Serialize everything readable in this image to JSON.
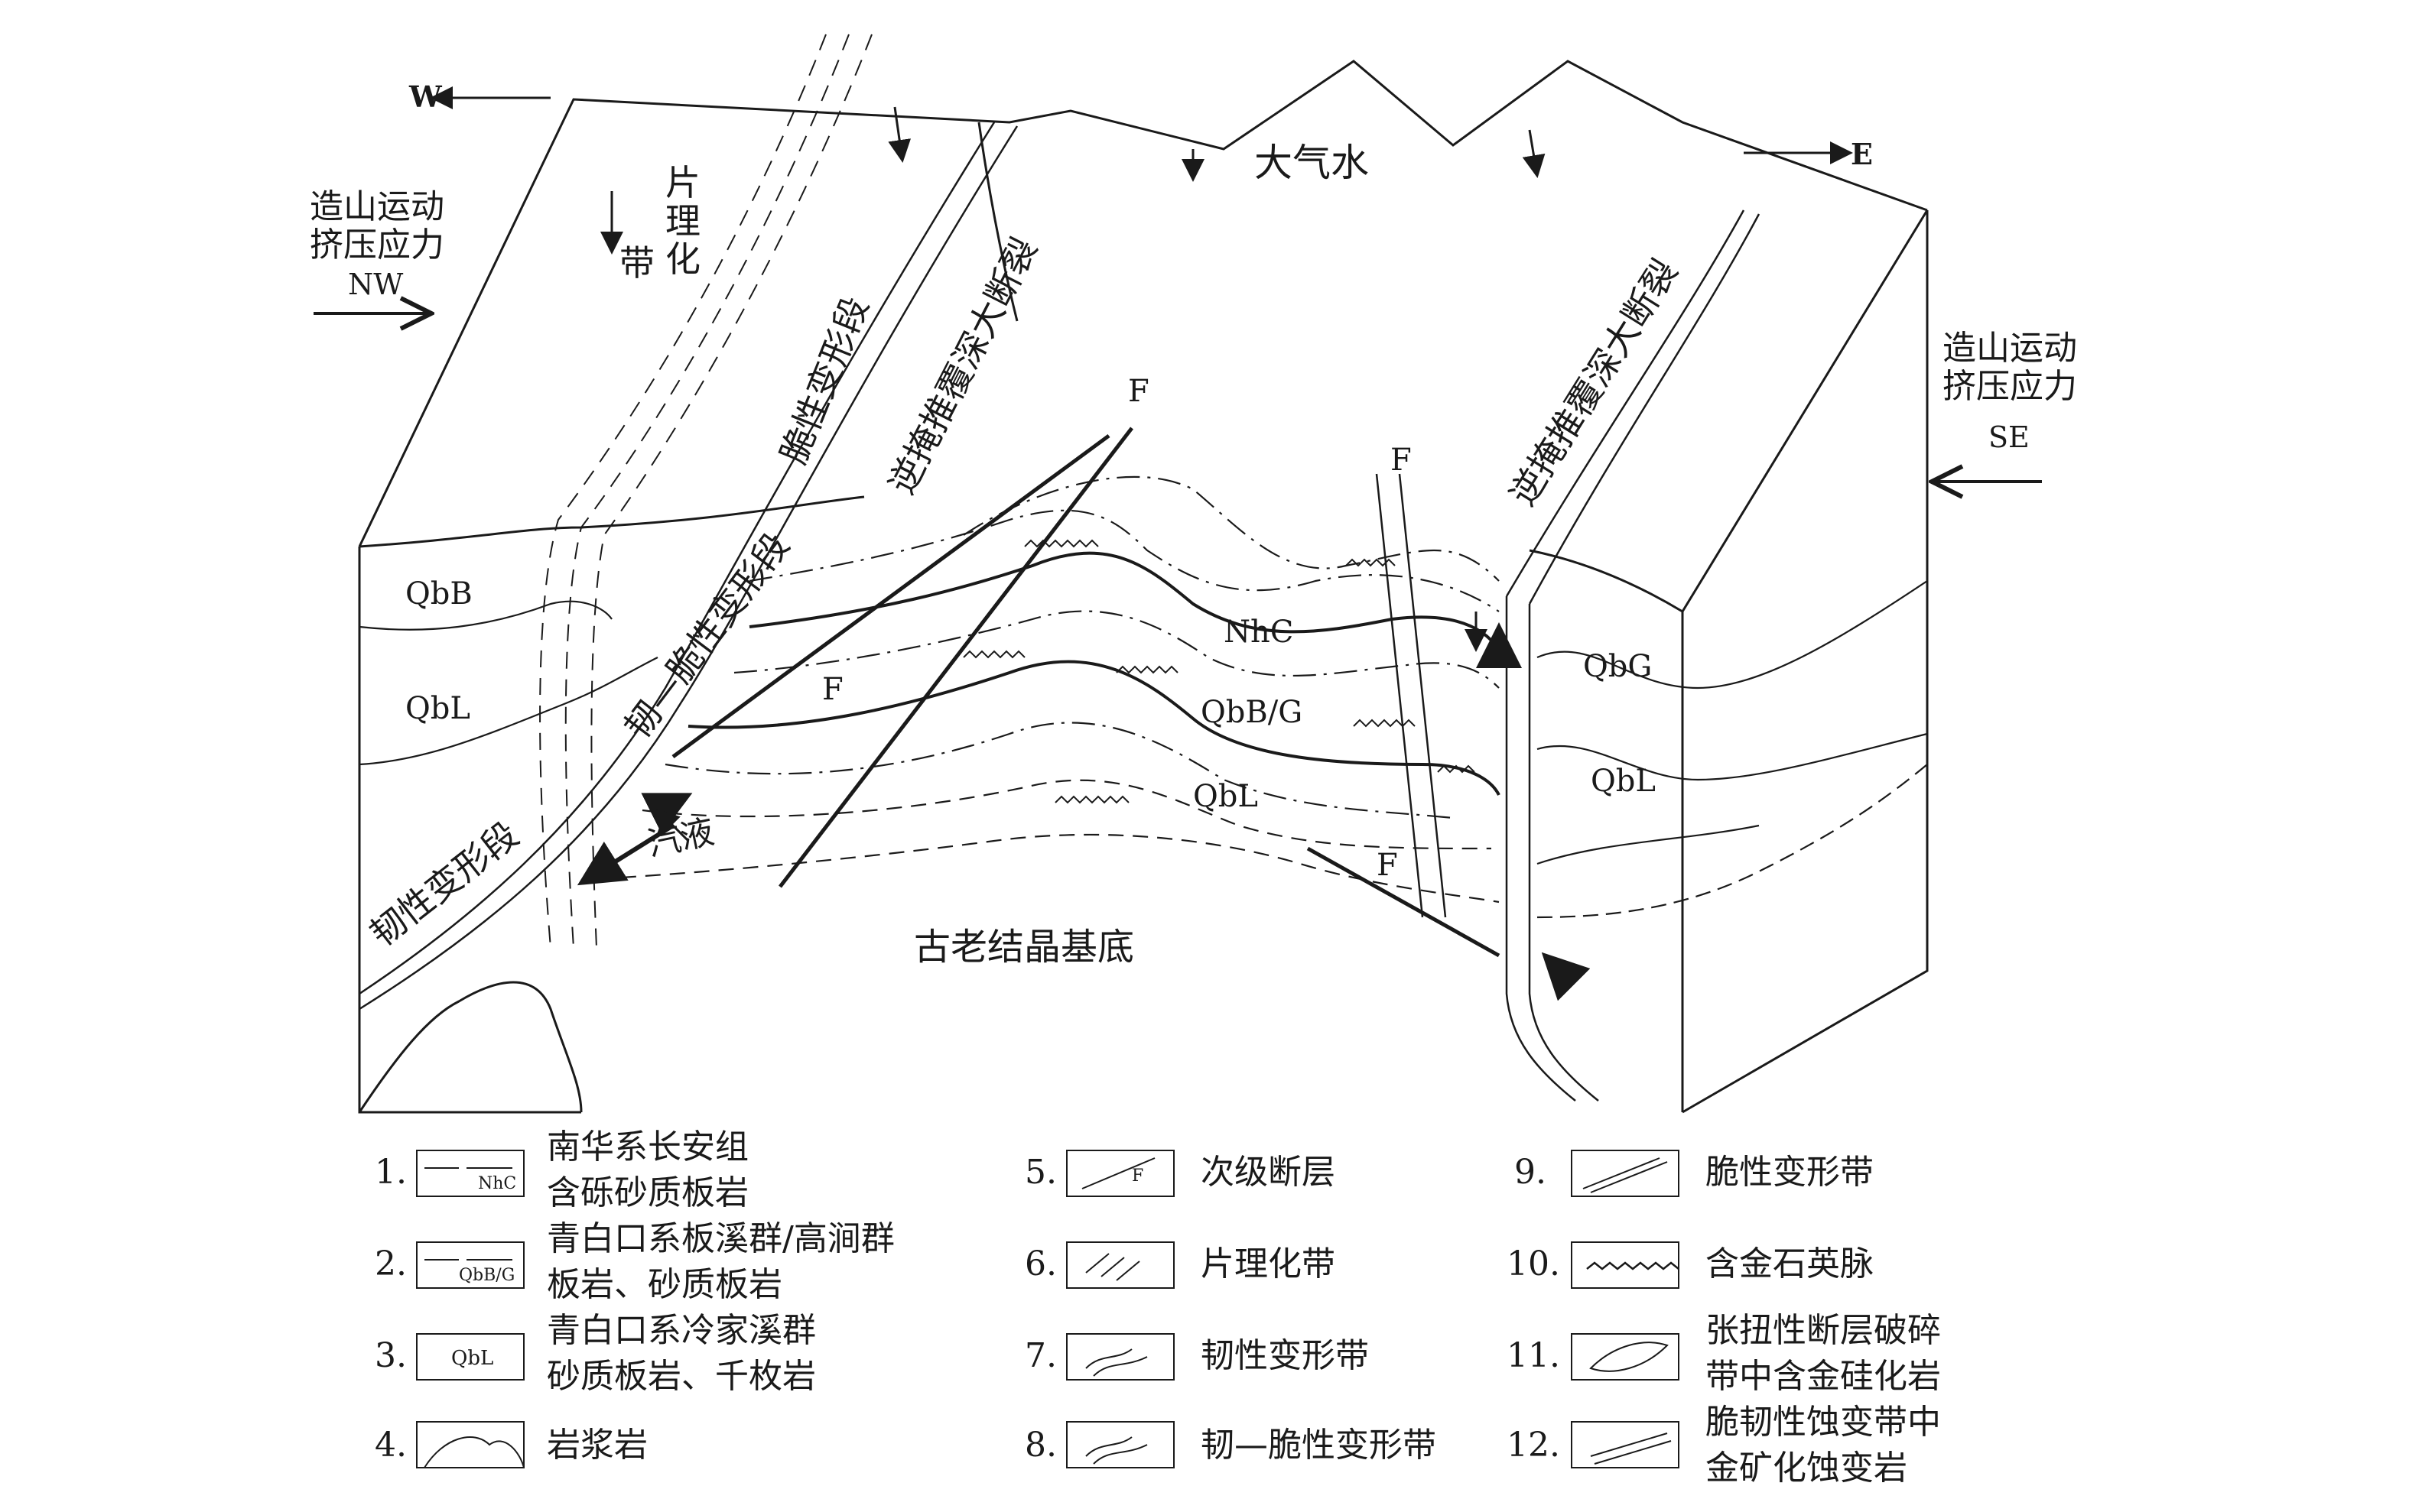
{
  "directions": {
    "west": "W",
    "east": "E"
  },
  "stress_left": {
    "line1": "造山运动",
    "line2": "挤压应力",
    "dir": "NW"
  },
  "stress_right": {
    "line1": "造山运动",
    "line2": "挤压应力",
    "dir": "SE"
  },
  "labels": {
    "meteoric_water": "大气水",
    "schistose_zone": [
      "片",
      "理",
      "化",
      "带"
    ],
    "brittle_segment": "脆性变形段",
    "thrust_fault_left": "逆掩推覆深大断裂",
    "thrust_fault_right": "逆掩推覆深大断裂",
    "ductile_brittle_segment": "韧—脆性变形段",
    "ductile_segment": "韧性变形段",
    "hydrothermal": "汽液",
    "basement": "古老结晶基底",
    "fault": "F"
  },
  "units": {
    "qbb": "QbB",
    "qbl_left": "QbL",
    "nhc": "NhC",
    "qbbg": "QbB/G",
    "qbl_center": "QbL",
    "qbg": "QbG",
    "qbl_right": "QbL"
  },
  "legend": [
    {
      "num": "1.",
      "code": "NhC",
      "lines": [
        "南华系长安组",
        "含砾砂质板岩"
      ]
    },
    {
      "num": "2.",
      "code": "QbB/G",
      "lines": [
        "青白口系板溪群/高涧群",
        "板岩、砂质板岩"
      ]
    },
    {
      "num": "3.",
      "code": "QbL",
      "lines": [
        "青白口系冷家溪群",
        "砂质板岩、千枚岩"
      ]
    },
    {
      "num": "4.",
      "code": "",
      "lines": [
        "岩浆岩"
      ]
    },
    {
      "num": "5.",
      "code": "F",
      "lines": [
        "次级断层"
      ]
    },
    {
      "num": "6.",
      "code": "",
      "lines": [
        "片理化带"
      ]
    },
    {
      "num": "7.",
      "code": "",
      "lines": [
        "韧性变形带"
      ]
    },
    {
      "num": "8.",
      "code": "",
      "lines": [
        "韧—脆性变形带"
      ]
    },
    {
      "num": "9.",
      "code": "",
      "lines": [
        "脆性变形带"
      ]
    },
    {
      "num": "10.",
      "code": "",
      "lines": [
        "含金石英脉"
      ]
    },
    {
      "num": "11.",
      "code": "",
      "lines": [
        "张扭性断层破碎",
        "带中含金硅化岩"
      ]
    },
    {
      "num": "12.",
      "code": "",
      "lines": [
        "脆韧性蚀变带中",
        "金矿化蚀变岩"
      ]
    }
  ]
}
